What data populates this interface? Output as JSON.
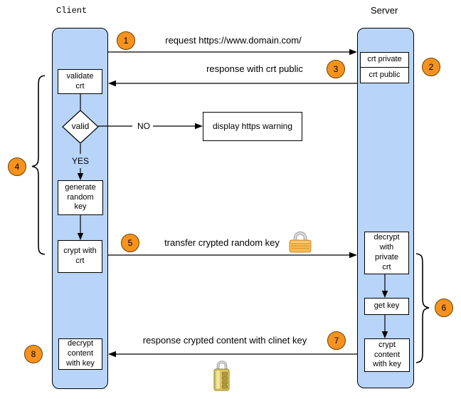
{
  "actors": {
    "client": "Client",
    "server": "Server"
  },
  "steps": [
    "1",
    "2",
    "3",
    "4",
    "5",
    "6",
    "7",
    "8"
  ],
  "messages": {
    "request": "request https://www.domain.com/",
    "response": "response with crt public",
    "transfer": "transfer crypted random key",
    "response_crypted": "response crypted content with clinet key"
  },
  "client_flow": {
    "validate_crt": "validate\ncrt",
    "valid": "valid",
    "yes": "YES",
    "no": "NO",
    "generate_random_key": "generate\nrandom\nkey",
    "crypt_with_crt": "crypt with\ncrt",
    "decrypt_content_with_key": "decrypt\ncontent\nwith key"
  },
  "server_flow": {
    "crt_private": "crt private",
    "crt_public": "crt public",
    "decrypt_with_private_crt": "decrypt\nwith\nprivate\ncrt",
    "get_key": "get key",
    "crypt_content_with_key": "crypt\ncontent\nwith key"
  },
  "warning": {
    "text": "display https warning"
  },
  "icons": {
    "transfer_lock": "closed-padlock-icon",
    "content_lock": "combination-padlock-icon"
  },
  "colors": {
    "lifeline_fill": "#B8D4F8",
    "badge_fill": "#F6921E",
    "badge_border": "#6B4300",
    "node_border": "#000000",
    "line": "#000000"
  }
}
